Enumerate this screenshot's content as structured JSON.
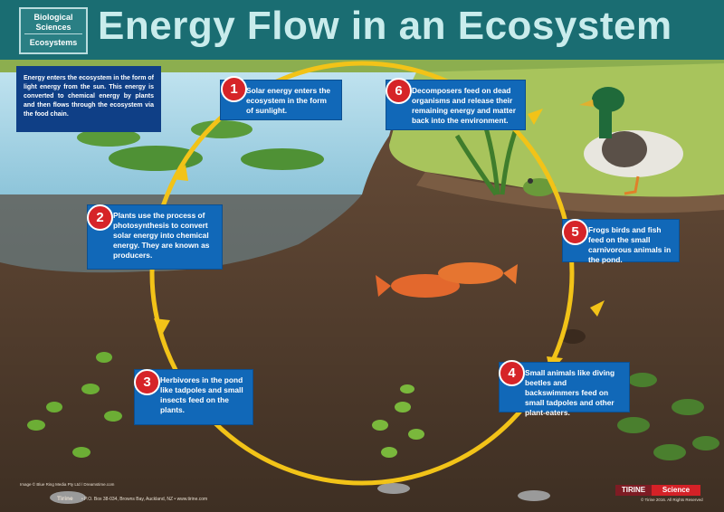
{
  "header": {
    "tag_line1": "Biological Sciences",
    "tag_line2": "Ecosystems",
    "title": "Energy Flow in an Ecosystem"
  },
  "intro_text": "Energy enters the ecosystem in the form of light energy from the sun. This energy is converted to chemical energy by plants and then flows through the ecosystem via the food chain.",
  "steps": [
    {
      "number": "1",
      "text": "Solar energy enters the ecosystem in the form of sunlight."
    },
    {
      "number": "2",
      "text": "Plants use the process of photosynthesis to convert solar energy into chemical energy. They are known as producers."
    },
    {
      "number": "3",
      "text": "Herbivores in the pond like tadpoles and small insects feed on the plants."
    },
    {
      "number": "4",
      "text": "Small animals like diving beetles and backswimmers feed on small tadpoles and other plant-eaters."
    },
    {
      "number": "5",
      "text": "Frogs birds and fish feed on the small carnivorous animals in the pond."
    },
    {
      "number": "6",
      "text": "Decomposers feed on dead organisms and release their remaining energy and matter back into the environment."
    }
  ],
  "footer": {
    "image_credit": "Image © Blue Ring Media Pty Ltd / Dreamstime.com",
    "publisher": "Tirine",
    "address": "• P.O. Box 38-034, Browns Bay, Auckland, NZ  • www.tirine.com",
    "brand_name": "TIRINE",
    "brand_subject": "Science",
    "copyright": "© Tirine 2016. All Rights Reserved"
  },
  "colors": {
    "header_bg": "#1a6d72",
    "title_text": "#c9ecec",
    "step_box": "#1168b8",
    "step_number": "#d62428",
    "intro_box": "#0f3f86",
    "cycle_arrow": "#f2c318",
    "water": "#a7d3e4",
    "mud": "#4a3a2c",
    "brand_red": "#d42127"
  }
}
